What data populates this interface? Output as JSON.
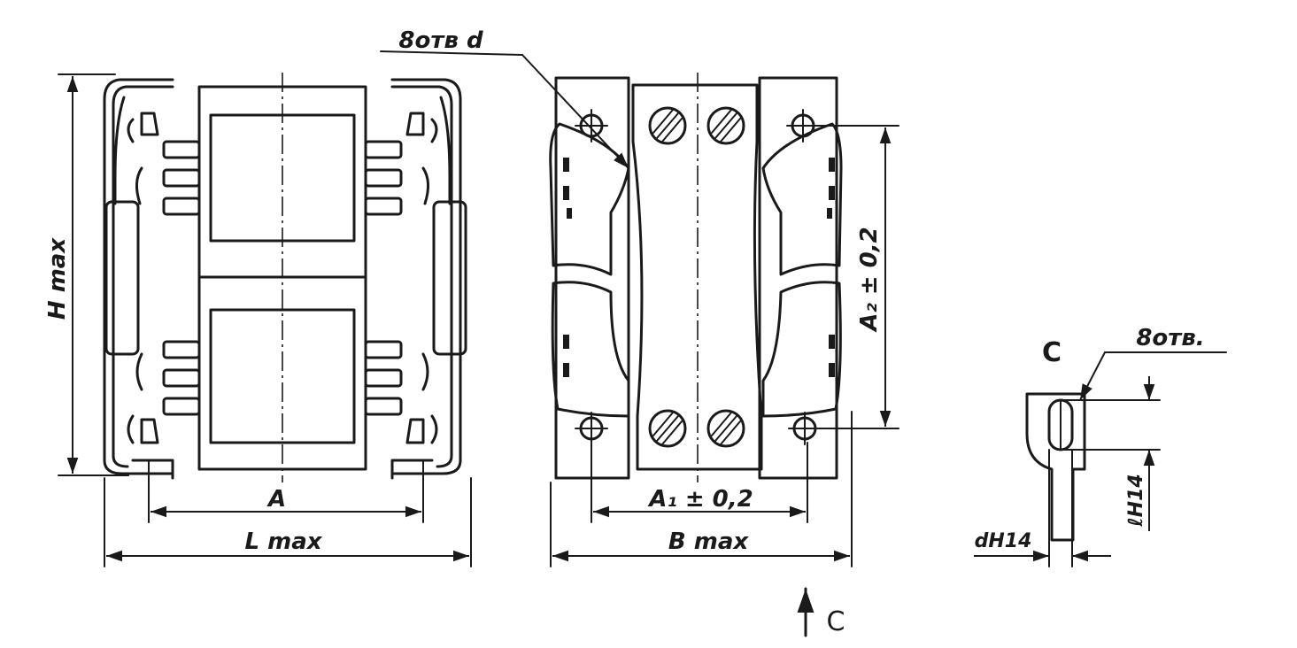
{
  "labels": {
    "hole_d": "8отв d",
    "h_max": "H max",
    "a": "A",
    "l_max": "L max",
    "a2": "A₂ ± 0,2",
    "a1": "A₁ ± 0,2",
    "b_max": "B max",
    "view_arrow": "C",
    "detail_title": "C",
    "hole": "8отв.",
    "d_h14": "dH14",
    "l_h14": "ℓH14"
  }
}
